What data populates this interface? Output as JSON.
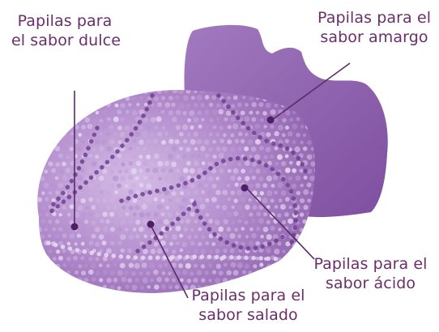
{
  "labels": {
    "sweet": {
      "line1": "Papilas para",
      "line2": "el sabor dulce"
    },
    "bitter": {
      "line1": "Papilas para el",
      "line2": "sabor amargo"
    },
    "sour": {
      "line1": "Papilas para el",
      "line2": "sabor ácido"
    },
    "salty": {
      "line1": "Papilas para el",
      "line2": "sabor salado"
    }
  },
  "colors": {
    "tongue_base": "#a57bc4",
    "tongue_dark": "#8a5aa9",
    "tongue_light": "#c7a9dc",
    "papilla_light": "#e3d3ef",
    "papilla_dark": "#6f3f8f",
    "leader_line": "#5a2a6a",
    "label_text": "#6b2d6b"
  }
}
